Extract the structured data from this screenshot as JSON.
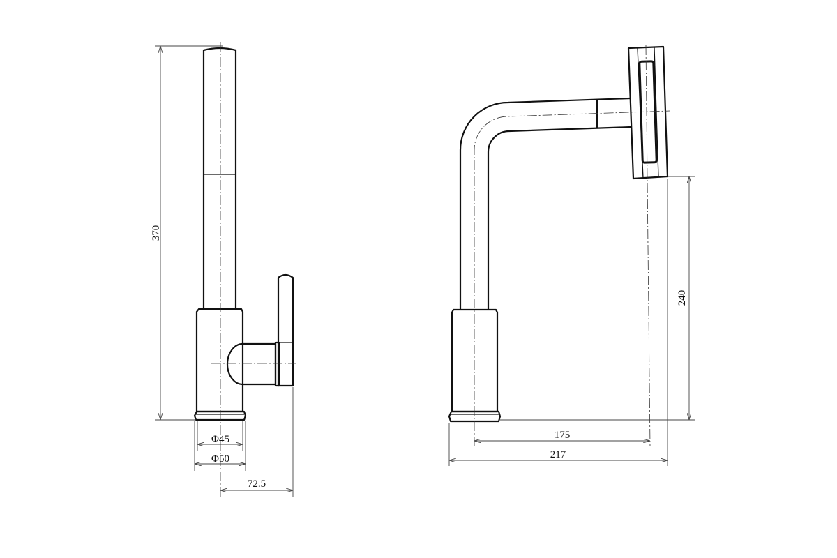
{
  "drawing": {
    "side_view": {
      "height_label": "370",
      "base_inner_diameter_label": "Φ45",
      "base_outer_diameter_label": "Φ50",
      "handle_reach_label": "72.5"
    },
    "front_view": {
      "spout_height_label": "240",
      "spout_reach_center_label": "175",
      "spout_reach_total_label": "217"
    },
    "line_color": "#111111"
  }
}
